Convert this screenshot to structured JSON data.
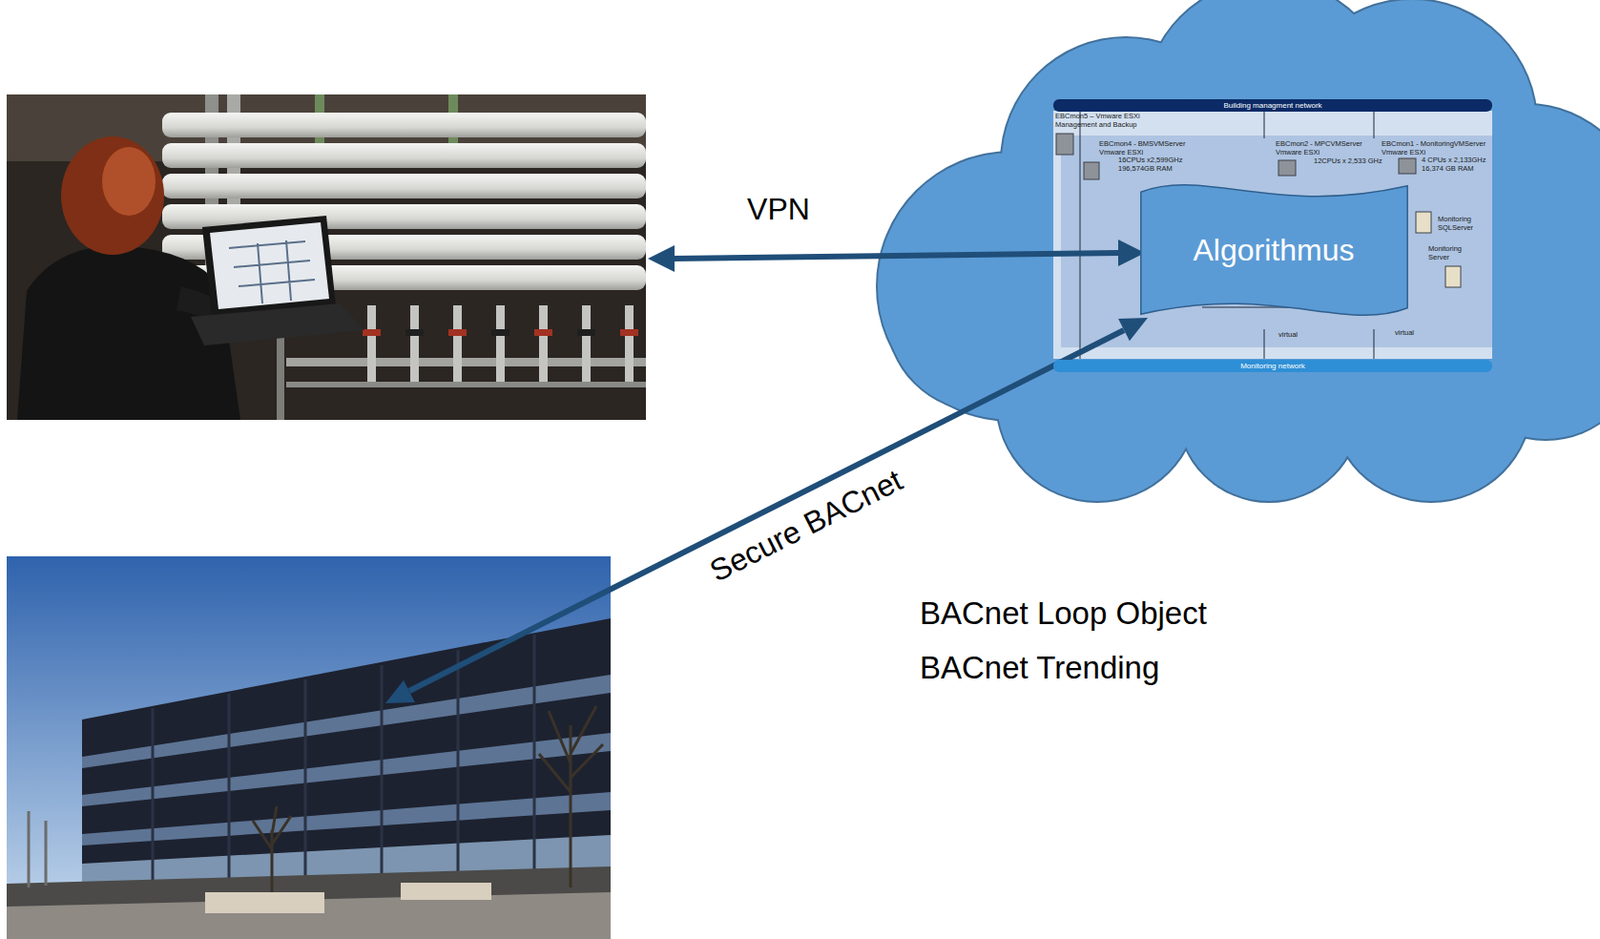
{
  "diagram": {
    "nodes": [
      {
        "text": [
          "Building managment network"
        ]
      },
      {
        "text": [
          "Algorithmus"
        ]
      },
      {
        "text": [
          "Monitoring network"
        ]
      }
    ],
    "labels": [
      "VPN",
      "Secure BACnet",
      "BACnet Loop Object",
      "BACnet Trending",
      "EBCmon5 – Vmware ESXi Management and Backup",
      "EBCmon4 - BMSVMServer Vmware ESXi",
      "16CPUs x2,599GHz 196,574GB RAM",
      "EBCmon2 - MPCVMServer Vmware ESXi",
      "12CPUs x 2,533 GHz",
      "EBCmon1 - MonitoringVMServer Vmware ESXi",
      "4 CPUs x 2,133GHz 16,374 GB RAM",
      "Monitoring SQLServer",
      "Monitoring Server",
      "virtual",
      "virtual"
    ]
  }
}
